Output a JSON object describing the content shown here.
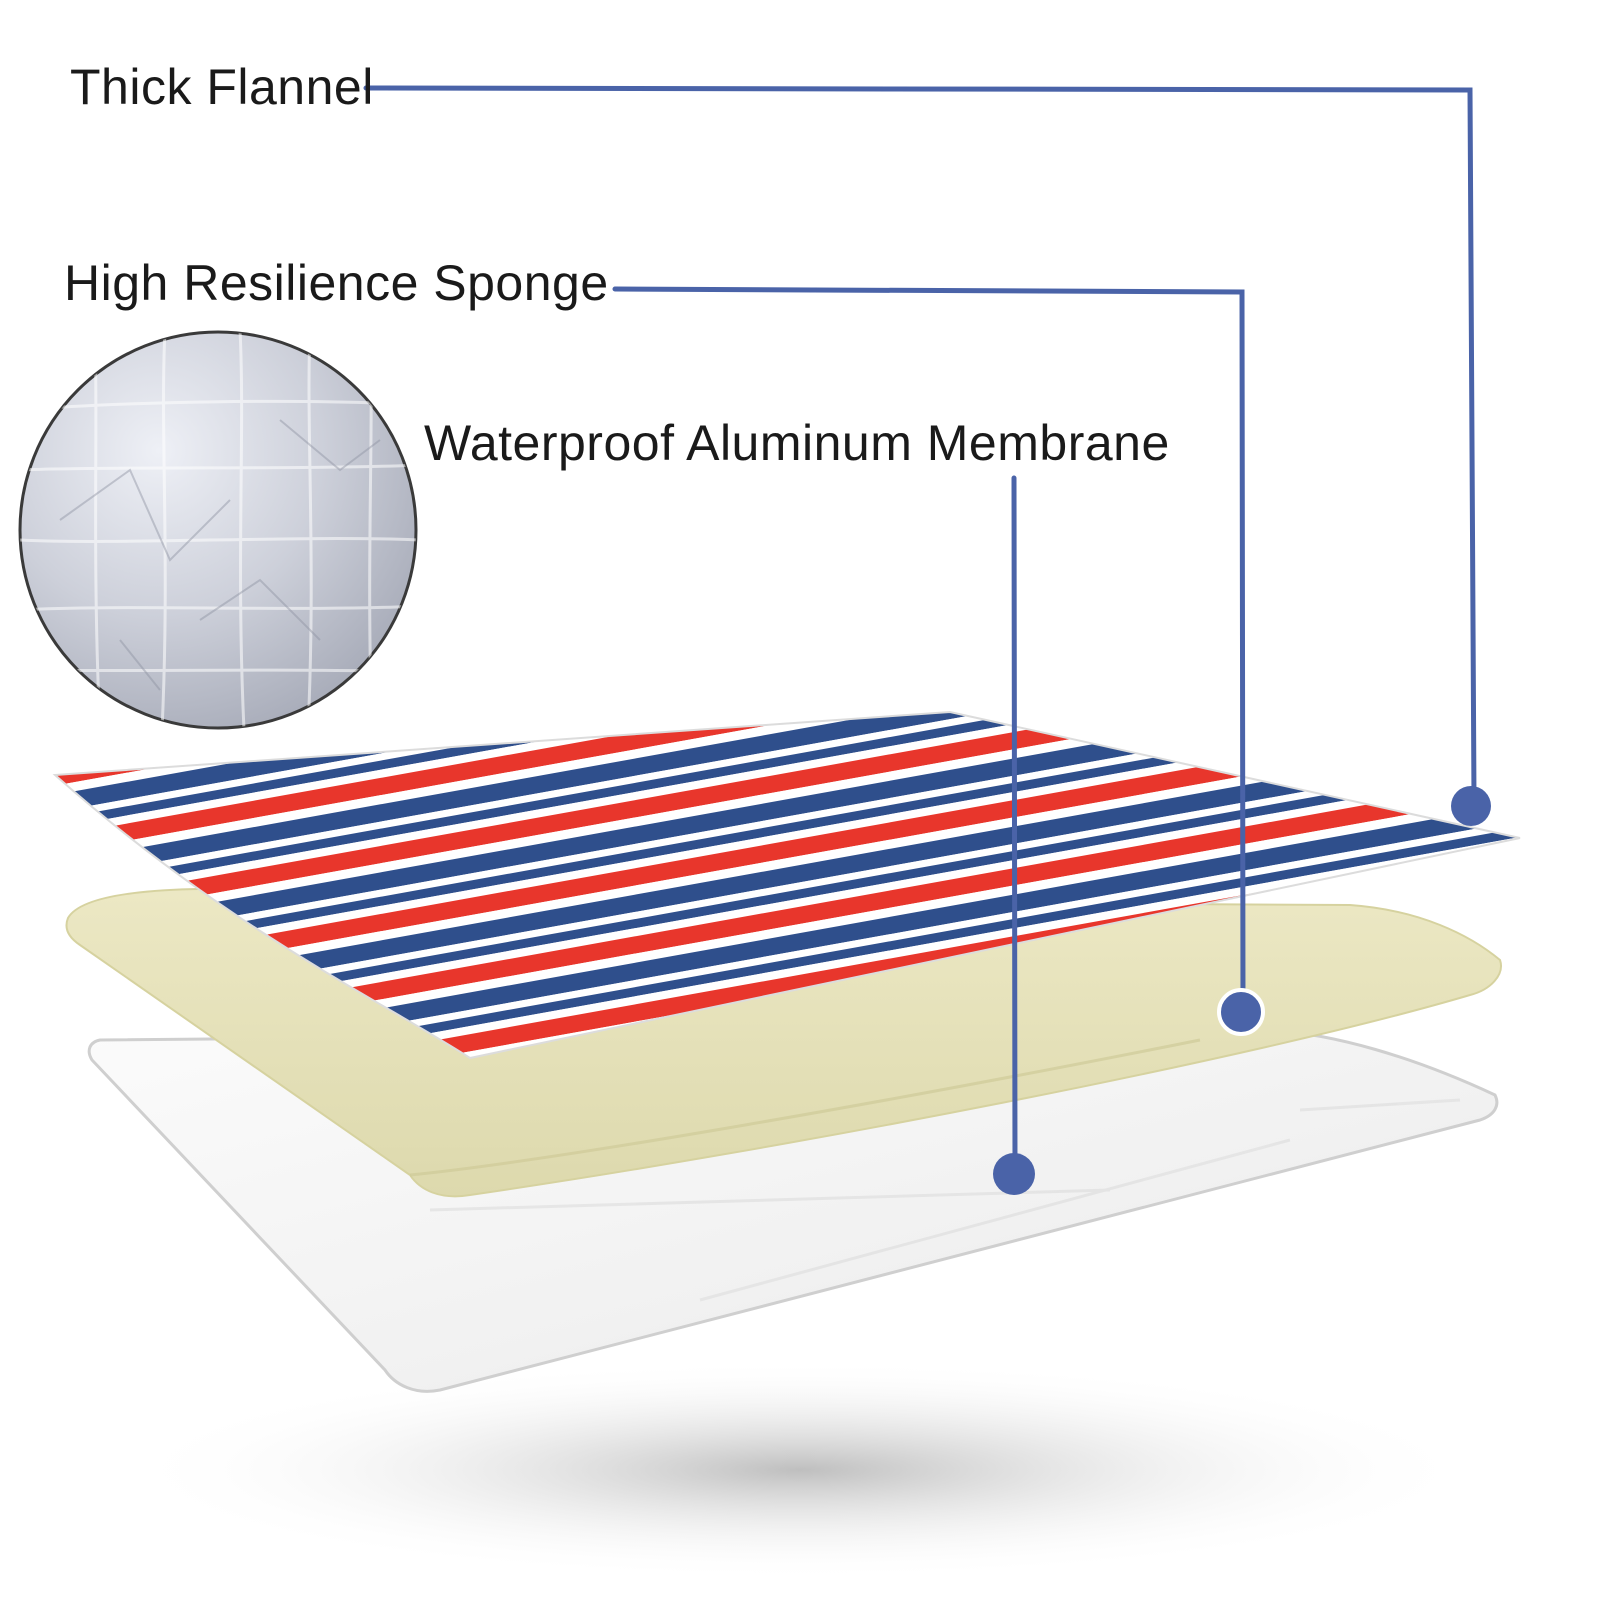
{
  "labels": {
    "flannel": "Thick Flannel",
    "sponge": "High Resilience Sponge",
    "membrane": "Waterproof Aluminum Membrane"
  },
  "colors": {
    "callout": "#4a63a8",
    "stripe_red": "#e8362c",
    "stripe_blue": "#2f4f8c",
    "stripe_white": "#ffffff",
    "sponge": "#e6e2b8",
    "membrane": "#f4f4f4",
    "foil": "#c9ccd6"
  }
}
